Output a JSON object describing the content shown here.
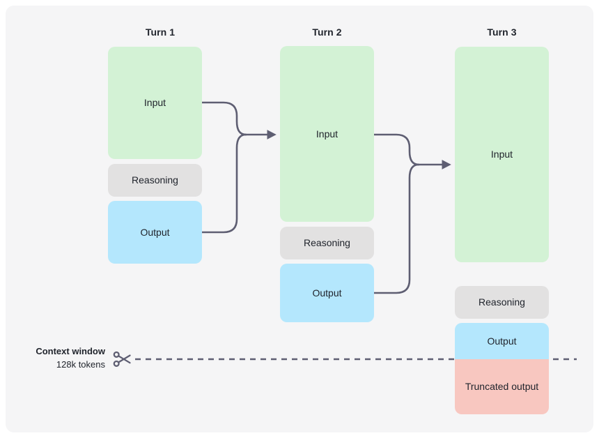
{
  "diagram": {
    "title_hidden": "",
    "colors": {
      "canvas_bg": "#f5f5f6",
      "input": "#d3f2d5",
      "reasoning": "#e2e1e1",
      "output": "#b4e7fd",
      "truncated": "#f8c7c0",
      "connector": "#5e5e72",
      "text": "#20242c"
    },
    "turns": [
      {
        "title": "Turn 1",
        "blocks": [
          {
            "label": "Input",
            "kind": "input"
          },
          {
            "label": "Reasoning",
            "kind": "reasoning"
          },
          {
            "label": "Output",
            "kind": "output"
          }
        ]
      },
      {
        "title": "Turn 2",
        "blocks": [
          {
            "label": "Input",
            "kind": "input"
          },
          {
            "label": "Reasoning",
            "kind": "reasoning"
          },
          {
            "label": "Output",
            "kind": "output"
          }
        ]
      },
      {
        "title": "Turn 3",
        "blocks": [
          {
            "label": "Input",
            "kind": "input"
          },
          {
            "label": "Reasoning",
            "kind": "reasoning"
          },
          {
            "label": "Output",
            "kind": "output"
          },
          {
            "label": "Truncated output",
            "kind": "truncated"
          }
        ]
      }
    ],
    "context_window": {
      "label": "Context window",
      "value": "128k tokens",
      "icon": "scissors-icon"
    }
  }
}
